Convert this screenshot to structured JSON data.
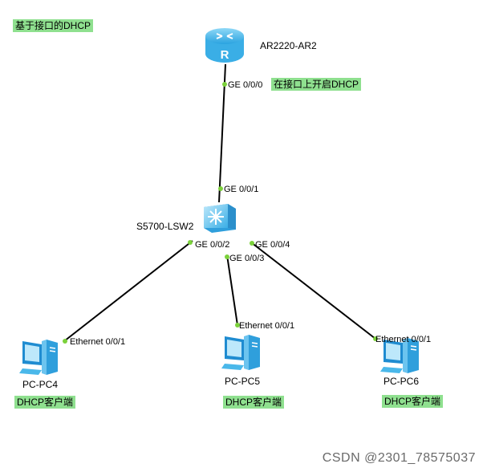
{
  "notes": {
    "top_left": "基于接口的DHCP",
    "router_note": "在接口上开启DHCP",
    "pc4_note": "DHCP客户端",
    "pc5_note": "DHCP客户端",
    "pc6_note": "DHCP客户端"
  },
  "devices": {
    "router": "AR2220-AR2",
    "switch": "S5700-LSW2",
    "pc4": "PC-PC4",
    "pc5": "PC-PC5",
    "pc6": "PC-PC6"
  },
  "ports": {
    "router_ge000": "GE 0/0/0",
    "switch_ge001": "GE 0/0/1",
    "switch_ge002": "GE 0/0/2",
    "switch_ge003": "GE 0/0/3",
    "switch_ge004": "GE 0/0/4",
    "pc4_eth": "Ethernet 0/0/1",
    "pc5_eth": "Ethernet 0/0/1",
    "pc6_eth": "Ethernet 0/0/1"
  },
  "watermark": "CSDN @2301_78575037",
  "colors": {
    "note_bg": "#8fe08f",
    "port_dot": "#7bd13b",
    "link": "#000000",
    "device": "#4ab8ea"
  }
}
